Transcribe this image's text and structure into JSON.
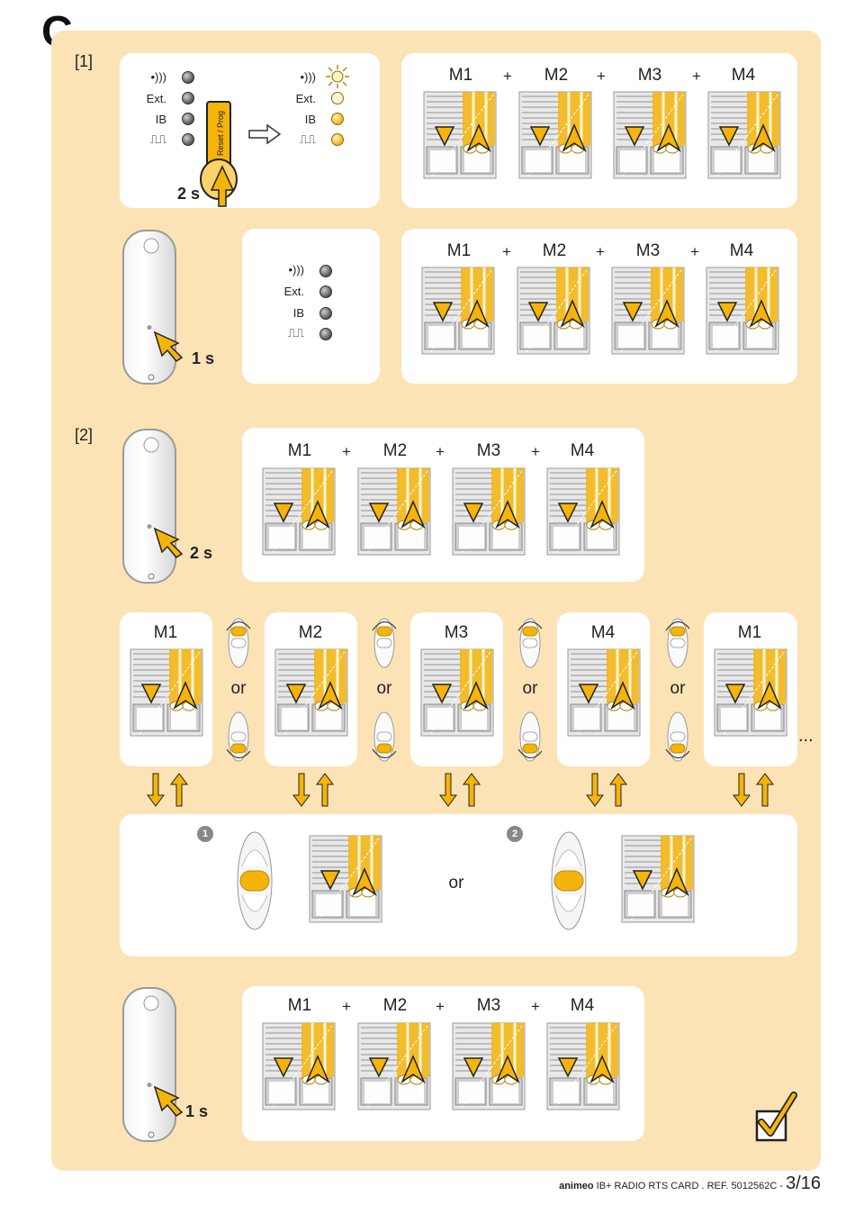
{
  "section_letter": "C",
  "steps": {
    "step1": "[1]",
    "step2": "[2]"
  },
  "leds": {
    "radio": "•)))",
    "ext": "Ext.",
    "ib": "IB",
    "pulse": "⎍⎍"
  },
  "reset_button_label": "Reset / Prog",
  "durations": {
    "d2s_top": "2 s",
    "d1s": "1 s",
    "d2s": "2 s",
    "d1s_bottom": "1 s"
  },
  "motors": {
    "m1": "M1",
    "m2": "M2",
    "m3": "M3",
    "m4": "M4",
    "plus": "+"
  },
  "or_text": "or",
  "ellipsis": "...",
  "choice_numbers": {
    "one": "1",
    "two": "2"
  },
  "footer": {
    "brand": "animeo",
    "text": "IB+ RADIO RTS CARD . REF. 5012562C -",
    "page": "3/16"
  },
  "colors": {
    "background": "#fce3b6",
    "accent": "#f5b40a",
    "led_off": "#555555"
  }
}
